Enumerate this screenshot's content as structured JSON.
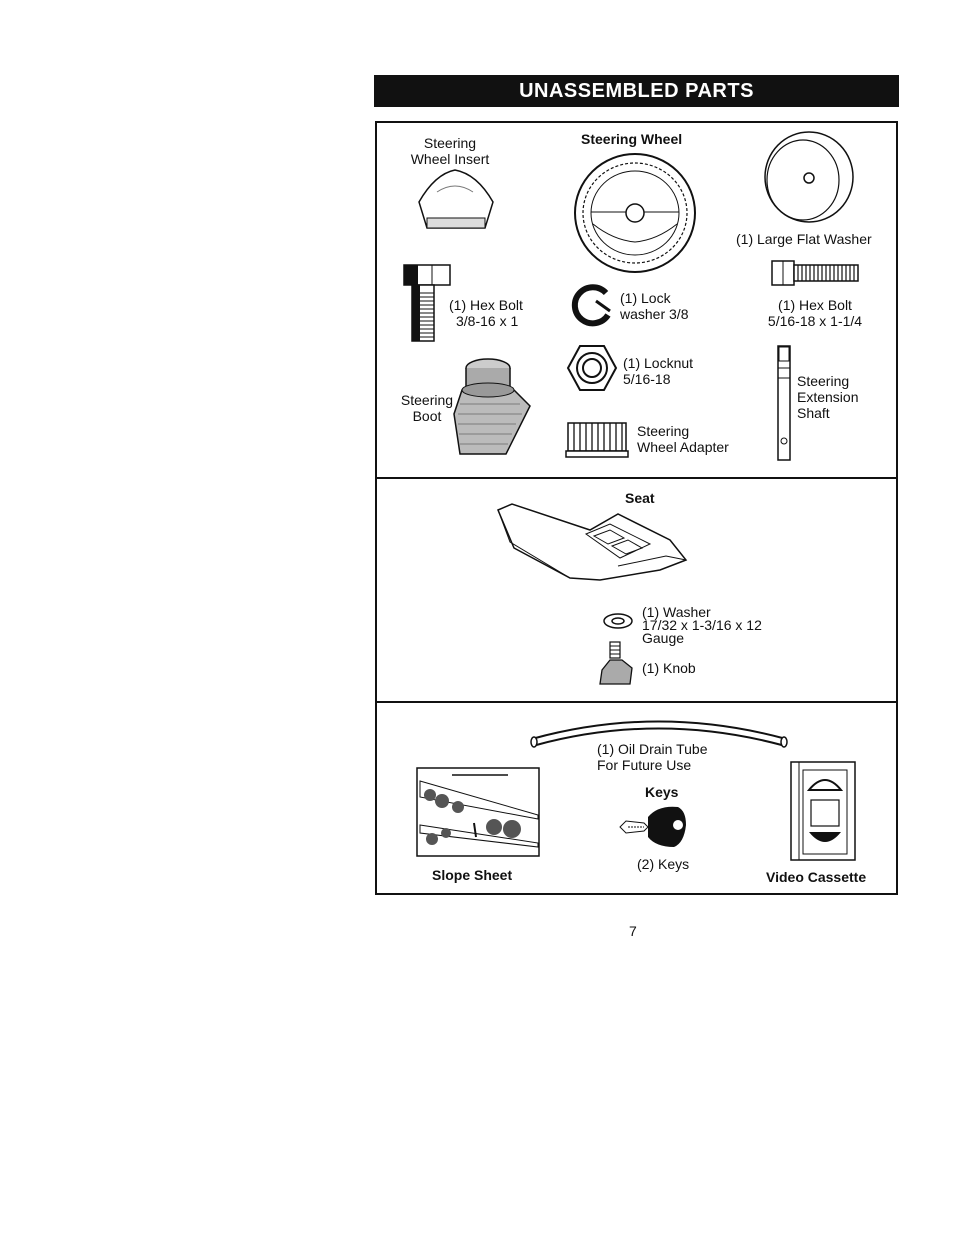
{
  "header": {
    "title": "UNASSEMBLED PARTS"
  },
  "panel1": {
    "steering_wheel_insert": [
      "Steering",
      "Wheel Insert"
    ],
    "steering_wheel": "Steering Wheel",
    "large_flat_washer": "(1) Large Flat Washer",
    "hex_bolt_a": [
      "(1) Hex Bolt",
      "3/8-16 x 1"
    ],
    "lock_washer": [
      "(1) Lock",
      "washer  3/8"
    ],
    "hex_bolt_b": [
      "(1) Hex Bolt",
      "5/16-18 x 1-1/4"
    ],
    "locknut": [
      "(1) Locknut",
      "5/16-18"
    ],
    "steering_boot": [
      "Steering",
      "Boot"
    ],
    "steering_extension_shaft": [
      "Steering",
      "Extension",
      "Shaft"
    ],
    "steering_wheel_adapter": [
      "Steering",
      "Wheel Adapter"
    ]
  },
  "panel2": {
    "seat": "Seat",
    "washer": [
      "(1) Washer",
      "17/32 x 1-3/16 x 12",
      "Gauge"
    ],
    "knob": "(1) Knob"
  },
  "panel3": {
    "oil_drain_tube": [
      "(1) Oil Drain Tube",
      "For Future Use"
    ],
    "keys_title": "Keys",
    "keys": "(2) Keys",
    "slope_sheet": "Slope Sheet",
    "video_cassette": "Video Cassette"
  },
  "footer": {
    "page_number": "7"
  }
}
